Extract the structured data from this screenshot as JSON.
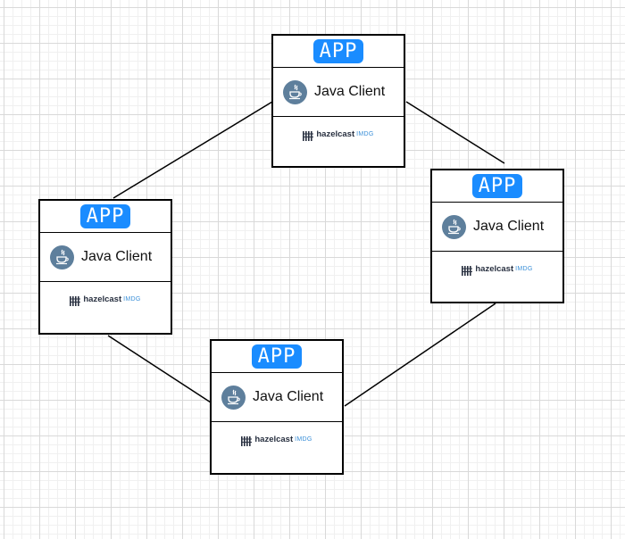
{
  "diagram": {
    "nodes": [
      {
        "id": "top",
        "badge": "APP",
        "client": "Java Client",
        "brand": "hazelcast",
        "brand_sub": "IMDG"
      },
      {
        "id": "left",
        "badge": "APP",
        "client": "Java Client",
        "brand": "hazelcast",
        "brand_sub": "IMDG"
      },
      {
        "id": "right",
        "badge": "APP",
        "client": "Java Client",
        "brand": "hazelcast",
        "brand_sub": "IMDG"
      },
      {
        "id": "bottom",
        "badge": "APP",
        "client": "Java Client",
        "brand": "hazelcast",
        "brand_sub": "IMDG"
      }
    ],
    "edges": [
      {
        "from": "top",
        "to": "left"
      },
      {
        "from": "top",
        "to": "right"
      },
      {
        "from": "left",
        "to": "bottom"
      },
      {
        "from": "right",
        "to": "bottom"
      }
    ],
    "colors": {
      "badge_bg": "#1a8cff",
      "java_icon_bg": "#5e7f9c",
      "brand_accent": "#3a8fd8"
    },
    "icons": {
      "badge": "app-badge",
      "client": "java-cup-icon",
      "brand": "hazelcast-logo"
    }
  }
}
